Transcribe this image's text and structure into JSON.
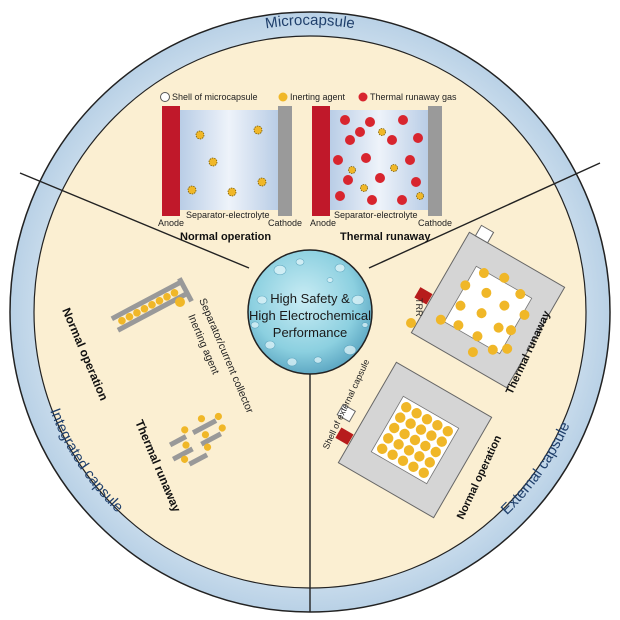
{
  "ring": {
    "top": "Microcapsule",
    "left": "Integrated capsule",
    "right": "External capsule"
  },
  "center": {
    "line1": "High Safety &",
    "line2": "High Electrochemical",
    "line3": "Performance"
  },
  "microcapsule": {
    "legend": {
      "shell": "Shell of microcapsule",
      "inerting": "Inerting agent",
      "gas": "Thermal runaway gas"
    },
    "left_panel": {
      "anode": "Anode",
      "cathode": "Cathode",
      "separator": "Separator-electrolyte",
      "title": "Normal operation"
    },
    "right_panel": {
      "anode": "Anode",
      "cathode": "Cathode",
      "separator": "Separator-electrolyte",
      "title": "Thermal runaway"
    }
  },
  "integrated": {
    "normal": "Normal operation",
    "runaway": "Thermal runaway",
    "collector": "Separator/current collector",
    "inerting": "Inerting agent"
  },
  "external": {
    "trr": "TRR",
    "shell": "Shell of external capsule",
    "runaway": "Thermal runaway",
    "normal": "Normal operation"
  },
  "colors": {
    "ring": "#c9dcec",
    "sector": "#fbefd2",
    "anode": "#c0182a",
    "cathode": "#9a9a9a",
    "inerting": "#f0b728",
    "gas": "#d8252e",
    "center": "#7cc4d8"
  }
}
